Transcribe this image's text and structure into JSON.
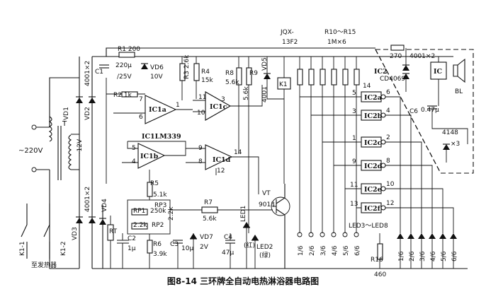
{
  "caption": "图8-14   三环牌全自动电热淋浴器电路图",
  "labels": {
    "mains": "~220V",
    "transformer": "T",
    "secondary": "~12V",
    "vd1": "VD1",
    "vd2": "VD2",
    "diode_pair_top": "4001×2",
    "vd3": "VD3",
    "diode_pair_bot": "4001×2",
    "vd4": "VD4",
    "k1_1": "K1-1",
    "k1_2": "K1-2",
    "heater": "至发热器",
    "r1": "R1 200",
    "c1": "C1",
    "c1_value": "220μ",
    "c1_voltage": "/25V",
    "vd6": "VD6",
    "vd6_value": "10V",
    "r3": "R3 2.6k",
    "r4": "R4",
    "r4_value": "15k",
    "r8": "R8",
    "r8_value": "5.6k",
    "r9": "R9",
    "r9_value": "5.6k",
    "ic1a": "IC1a",
    "pin7": "7",
    "pin6": "6",
    "pin1": "1",
    "r2": "R2 1k",
    "ic1c": "IC1c",
    "pin11": "11",
    "pin10": "10",
    "pin3": "3",
    "ic1_name": "IC1LM339",
    "ic1b": "IC1b",
    "pin5": "5",
    "pin4": "4",
    "ic1d": "IC1d",
    "pin9": "9",
    "pin8": "8",
    "pin14": "14",
    "pin12": "12",
    "r5": "R5",
    "r5_value": "5.1k",
    "rp1": "RP1",
    "rp1_value": "250k",
    "rp3": "RP3",
    "rp2_value": "2.2k",
    "rp2": "RP2",
    "r2_alt": "2.2k",
    "r6": "R6",
    "r6_value": "3.9k",
    "rt": "RT",
    "c2": "C2",
    "c2_value": "1μ",
    "c3": "C3",
    "c3_value": "10μ",
    "vd7": "VD7",
    "vd7_value": "2V",
    "r7": "R7",
    "r7_value": "5.6k",
    "c4": "C4",
    "c4_value": "47μ",
    "led1": "LED1",
    "led1_color": "(红)",
    "led2": "LED2",
    "led2_color": "(绿)",
    "vt": "VT",
    "vt_value": "9013",
    "k1": "K1",
    "relay_model": "JQX-",
    "relay_code": "13F2",
    "vd5": "VD5",
    "vd5_value": "4001",
    "r_array": "R10～R15",
    "r_array_value": "1M×6",
    "ic2": "IC2",
    "ic2_part": "CD4069",
    "pin_14": "14",
    "ic2a": "IC2a",
    "ic2b": "IC2b",
    "ic2c": "IC2c",
    "ic2d": "IC2d",
    "ic2e": "IC2e",
    "ic2f": "IC2f",
    "led_range": "LED3～LED8",
    "r16": "R16",
    "r16_value": "460",
    "r270": "270",
    "diode_4001x2": "4001×2",
    "ic_buzzer": "IC",
    "bl": "BL",
    "c6": "C6",
    "c6_value": "0.47μ",
    "diode_4148": "4148",
    "diode_x3": "×3"
  },
  "ic2_pins": {
    "in_a": "5",
    "out_a": "6",
    "in_b": "3",
    "out_b": "4",
    "in_c": "1",
    "out_c": "2",
    "in_d": "9",
    "out_d": "8",
    "in_e": "11",
    "out_e": "10",
    "in_f": "13",
    "out_f": "12"
  },
  "probes_left": [
    "1/6",
    "2/6",
    "3/6",
    "4/6",
    "5/6",
    "6/6"
  ],
  "probes_right": [
    "1/6",
    "2/6",
    "3/6",
    "4/6",
    "5/6",
    "6/6"
  ]
}
